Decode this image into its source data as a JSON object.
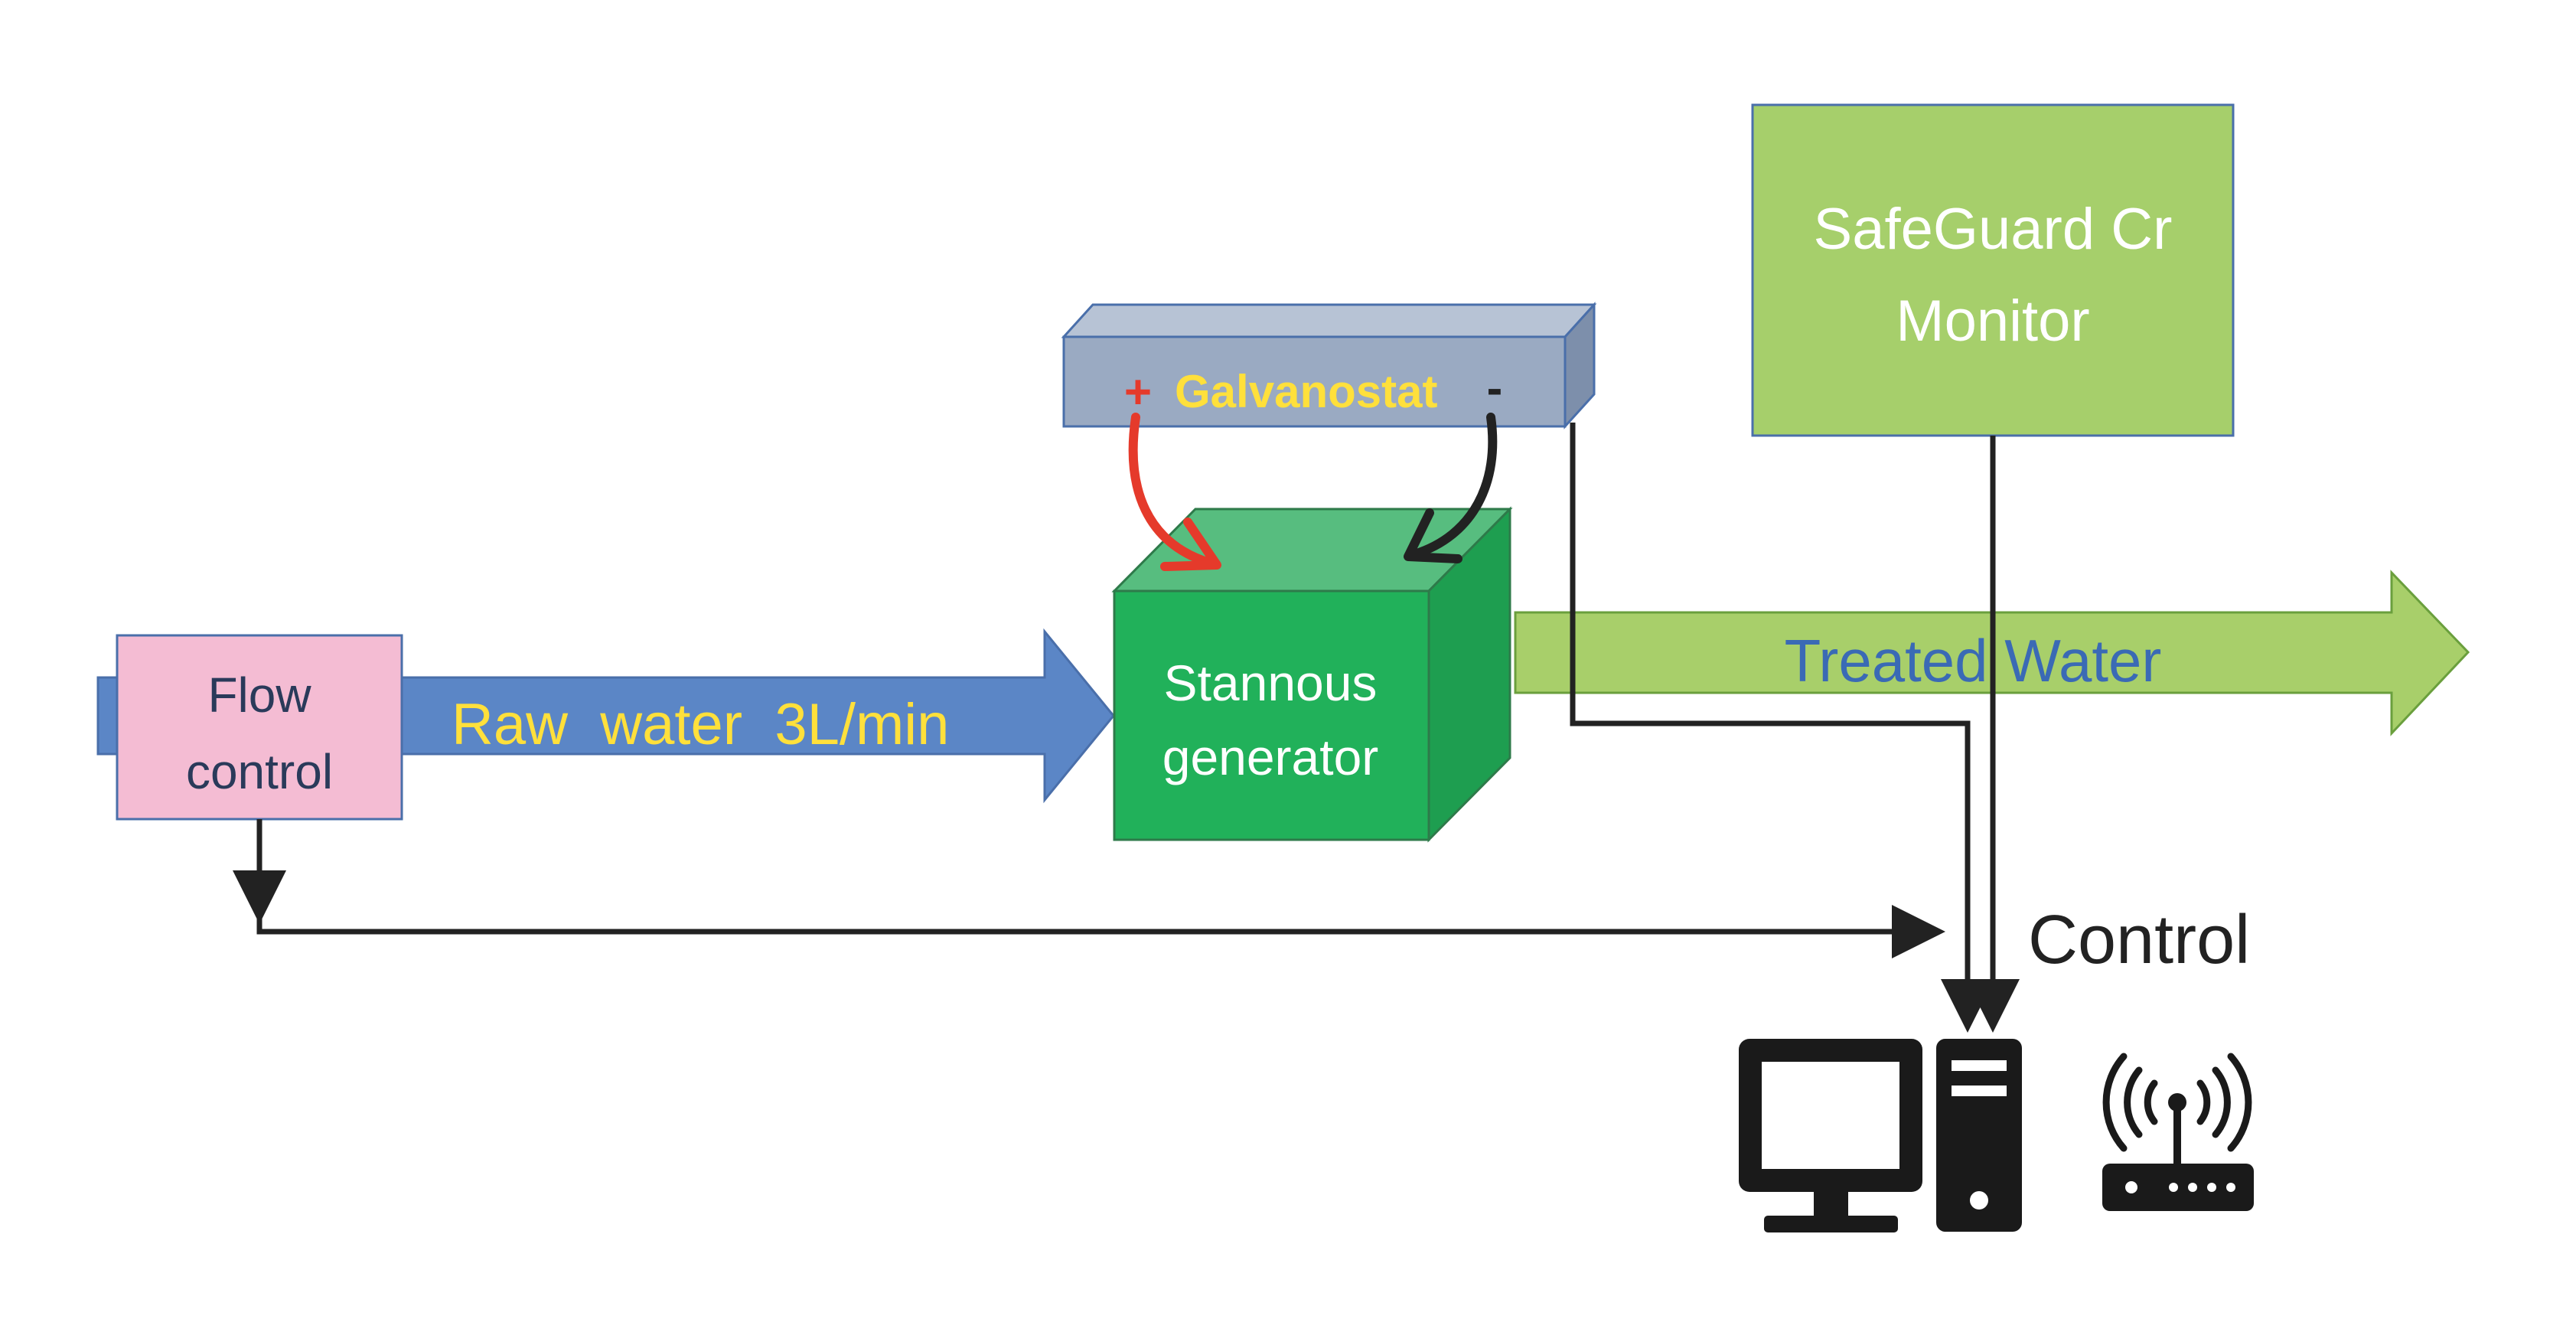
{
  "colors": {
    "raw_arrow": "#5B86C6",
    "flow_box": "#F4BCD3",
    "stannous_front": "#21B15A",
    "stannous_top": "#57BD7F",
    "stannous_side": "#1E9E50",
    "galvanostat_front": "#9AAAC2",
    "galvanostat_top": "#B7C3D5",
    "galvanostat_side": "#7D8FAB",
    "treated_arrow": "#A8CF6A",
    "monitor_box": "#A6CF6B",
    "raw_text": "#FFE03B",
    "treated_text": "#3A6AB5",
    "red_arrow": "#E53A2B",
    "dark": "#222222",
    "white": "#FFFFFF",
    "icon": "#1A1A1A"
  },
  "flow_control": {
    "line1": "Flow",
    "line2": "control"
  },
  "raw_water": {
    "label": "Raw  water  3L/min"
  },
  "galvanostat": {
    "plus": "+",
    "label": "Galvanostat",
    "minus": "-"
  },
  "stannous": {
    "line1": "Stannous",
    "line2": "generator"
  },
  "treated_water": {
    "label": "Treated Water"
  },
  "monitor": {
    "line1": "SafeGuard Cr",
    "line2": "Monitor"
  },
  "control": {
    "label": "Control"
  },
  "icons": [
    "computer-monitor-icon",
    "tower-pc-icon",
    "wifi-router-icon"
  ]
}
